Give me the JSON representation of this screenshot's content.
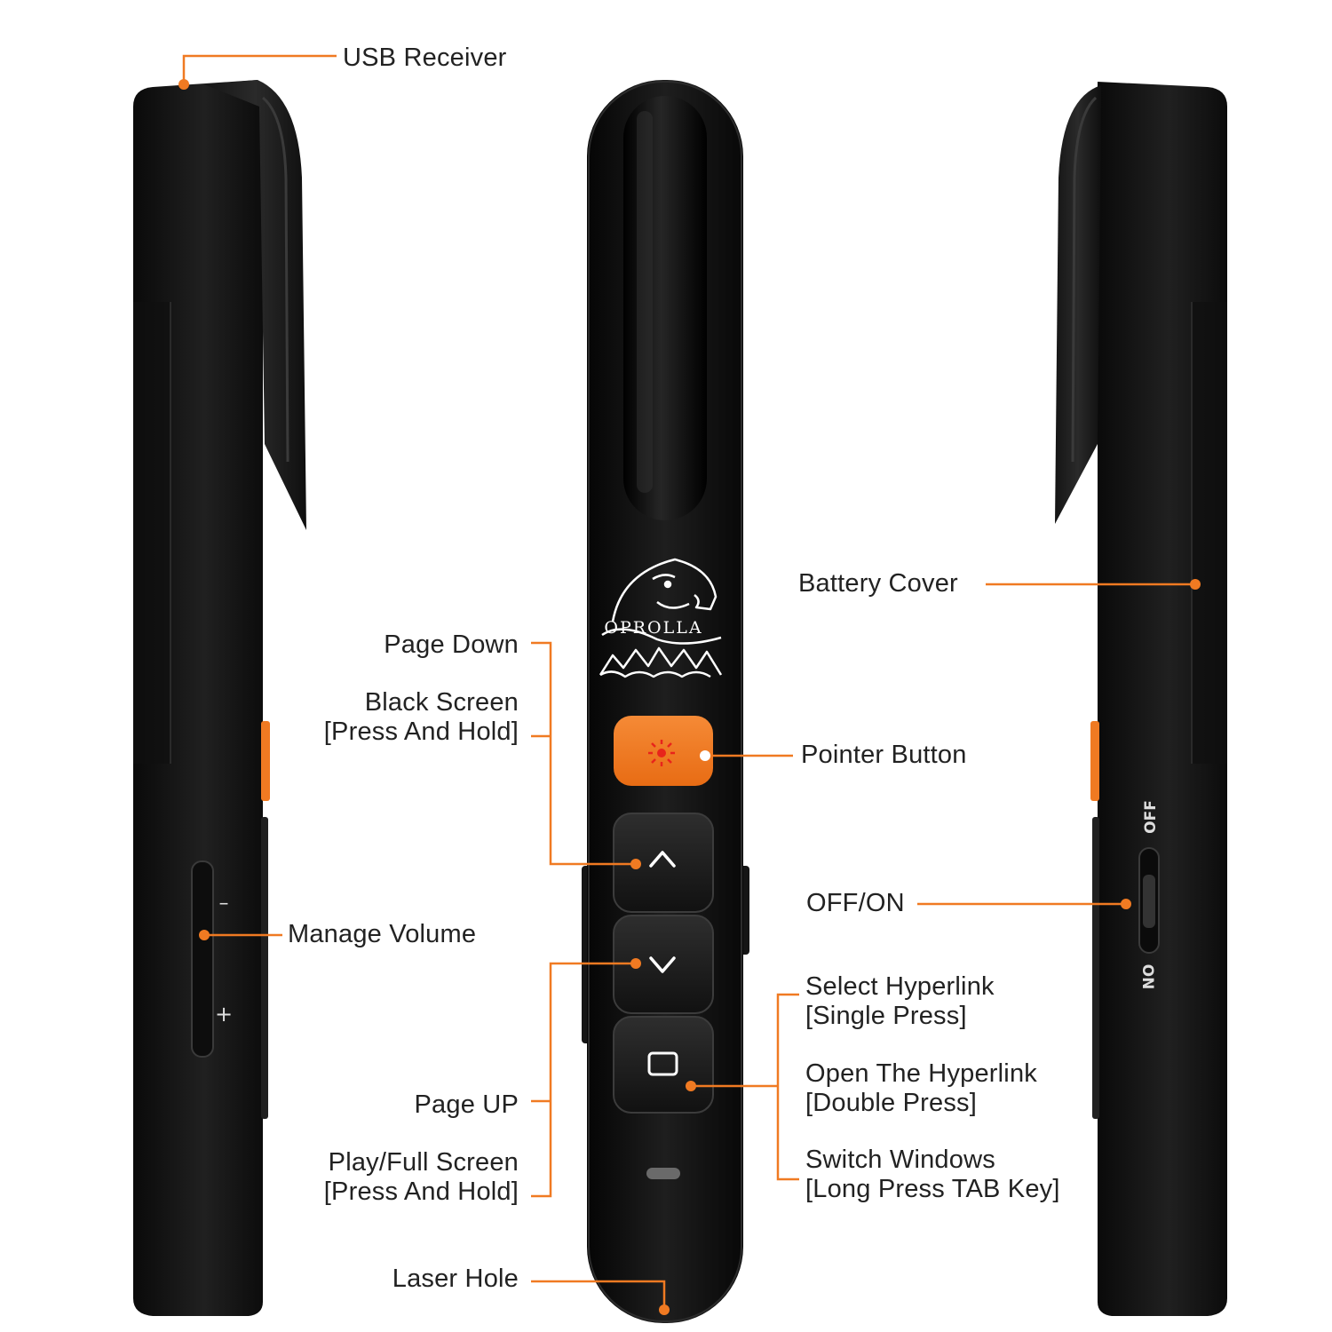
{
  "colors": {
    "accent": "#f07a22",
    "device_body": "#1a1a1a",
    "laser_red": "#e8241b",
    "text": "#222222"
  },
  "brand": {
    "logo_text": "OPROLLA",
    "logo_icon": "eagle-head-icon"
  },
  "side_markings": {
    "volume_minus": "–",
    "volume_plus": "+",
    "switch_off": "OFF",
    "switch_on": "ON"
  },
  "buttons": {
    "pointer_icon": "laser-icon",
    "up_icon": "chevron-up-icon",
    "down_icon": "chevron-down-icon",
    "tab_icon": "square-icon"
  },
  "labels": {
    "usb_receiver": "USB Receiver",
    "page_down": "Page Down",
    "black_screen": "Black Screen",
    "black_screen_note": "[Press And Hold]",
    "manage_volume": "Manage Volume",
    "page_up": "Page UP",
    "play_full_screen": "Play/Full Screen",
    "play_full_screen_note": "[Press And Hold]",
    "laser_hole": "Laser Hole",
    "battery_cover": "Battery Cover",
    "pointer_button": "Pointer Button",
    "off_on": "OFF/ON",
    "select_hyperlink": "Select Hyperlink",
    "select_hyperlink_note": "[Single Press]",
    "open_hyperlink": "Open The Hyperlink",
    "open_hyperlink_note": "[Double Press]",
    "switch_windows": "Switch Windows",
    "switch_windows_note": "[Long Press TAB Key]"
  }
}
